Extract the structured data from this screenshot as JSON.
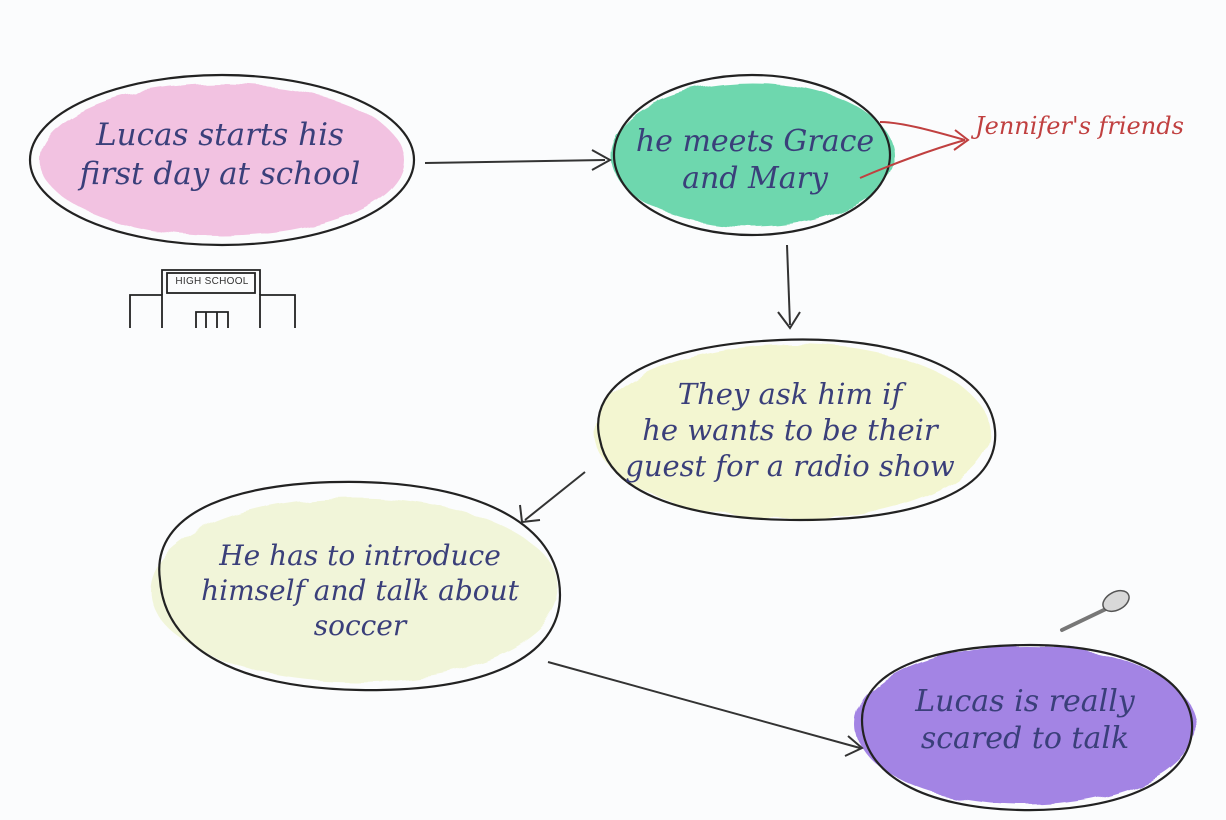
{
  "nodes": {
    "start": {
      "text": "Lucas starts his\nfirst day at school",
      "color": "#f1b9dd"
    },
    "meets": {
      "text": "he meets Grace\nand Mary",
      "color": "#5fd4a6"
    },
    "ask": {
      "text": "They ask him if\nhe wants to be their\nguest for a radio show",
      "color": "#f3f6cd"
    },
    "intro": {
      "text": "He has to introduce\nhimself and talk about\nsoccer",
      "color": "#f1f5d6"
    },
    "scared": {
      "text": "Lucas is really\nscared to talk",
      "color": "#9a78e2"
    }
  },
  "side_note": {
    "text": "Jennifer's friends",
    "color": "#c04040"
  },
  "sketches": {
    "school": {
      "label": "HIGH SCHOOL",
      "icon": "school-building-icon"
    },
    "microphone": {
      "icon": "microphone-icon"
    }
  },
  "edges": [
    {
      "from": "start",
      "to": "meets"
    },
    {
      "from": "meets",
      "to": "ask"
    },
    {
      "from": "ask",
      "to": "intro"
    },
    {
      "from": "intro",
      "to": "scared"
    }
  ]
}
